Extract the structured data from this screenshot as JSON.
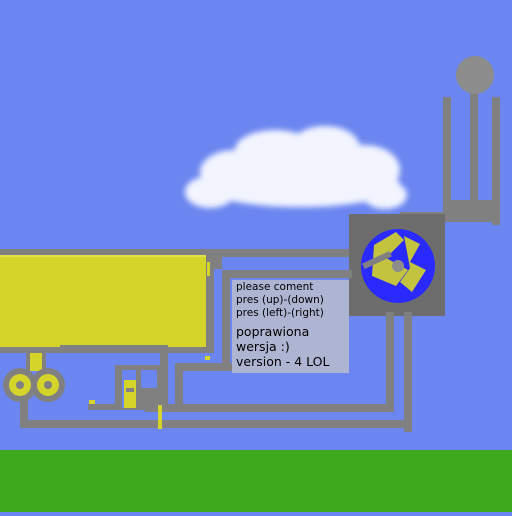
{
  "colors": {
    "sky": "#6b86f0",
    "ground": "#3fa91d",
    "pipe": "#808080",
    "pipe_dark": "#6d6d6d",
    "liquid": "#d4d42a",
    "cloud": "#f2f4ff",
    "ball": "#8d8d8d"
  },
  "info": {
    "line1": "please coment",
    "line2": "pres (up)-(down)",
    "line3": "pres (left)-(right)",
    "line4": "poprawiona",
    "line5": "wersja :)",
    "line6": "version - 4 LOL"
  }
}
